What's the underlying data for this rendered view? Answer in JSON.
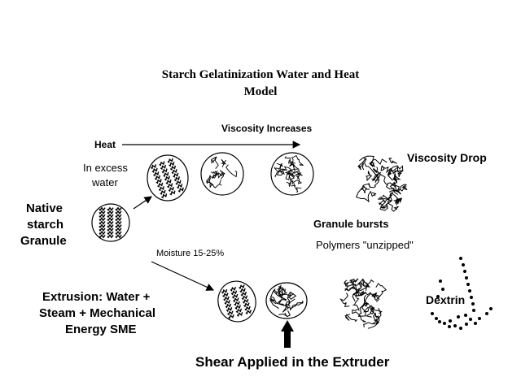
{
  "diagram": {
    "title_line1": "Starch Gelatinization Water and Heat",
    "title_line2": "Model",
    "viscosity_increases": "Viscosity Increases",
    "heat": "Heat",
    "excess_water_line1": "In excess",
    "excess_water_line2": "water",
    "native_line1": "Native",
    "native_line2": "starch",
    "native_line3": "Granule",
    "viscosity_drop": "Viscosity Drop",
    "granule_bursts": "Granule bursts",
    "polymers_unzipped": "Polymers \"unzipped\"",
    "moisture": "Moisture 15-25%",
    "extrusion_line1": "Extrusion: Water +",
    "extrusion_line2": "Steam + Mechanical",
    "extrusion_line3": "Energy SME",
    "dextrin": "Dextrin",
    "shear": "Shear Applied in the Extruder"
  }
}
